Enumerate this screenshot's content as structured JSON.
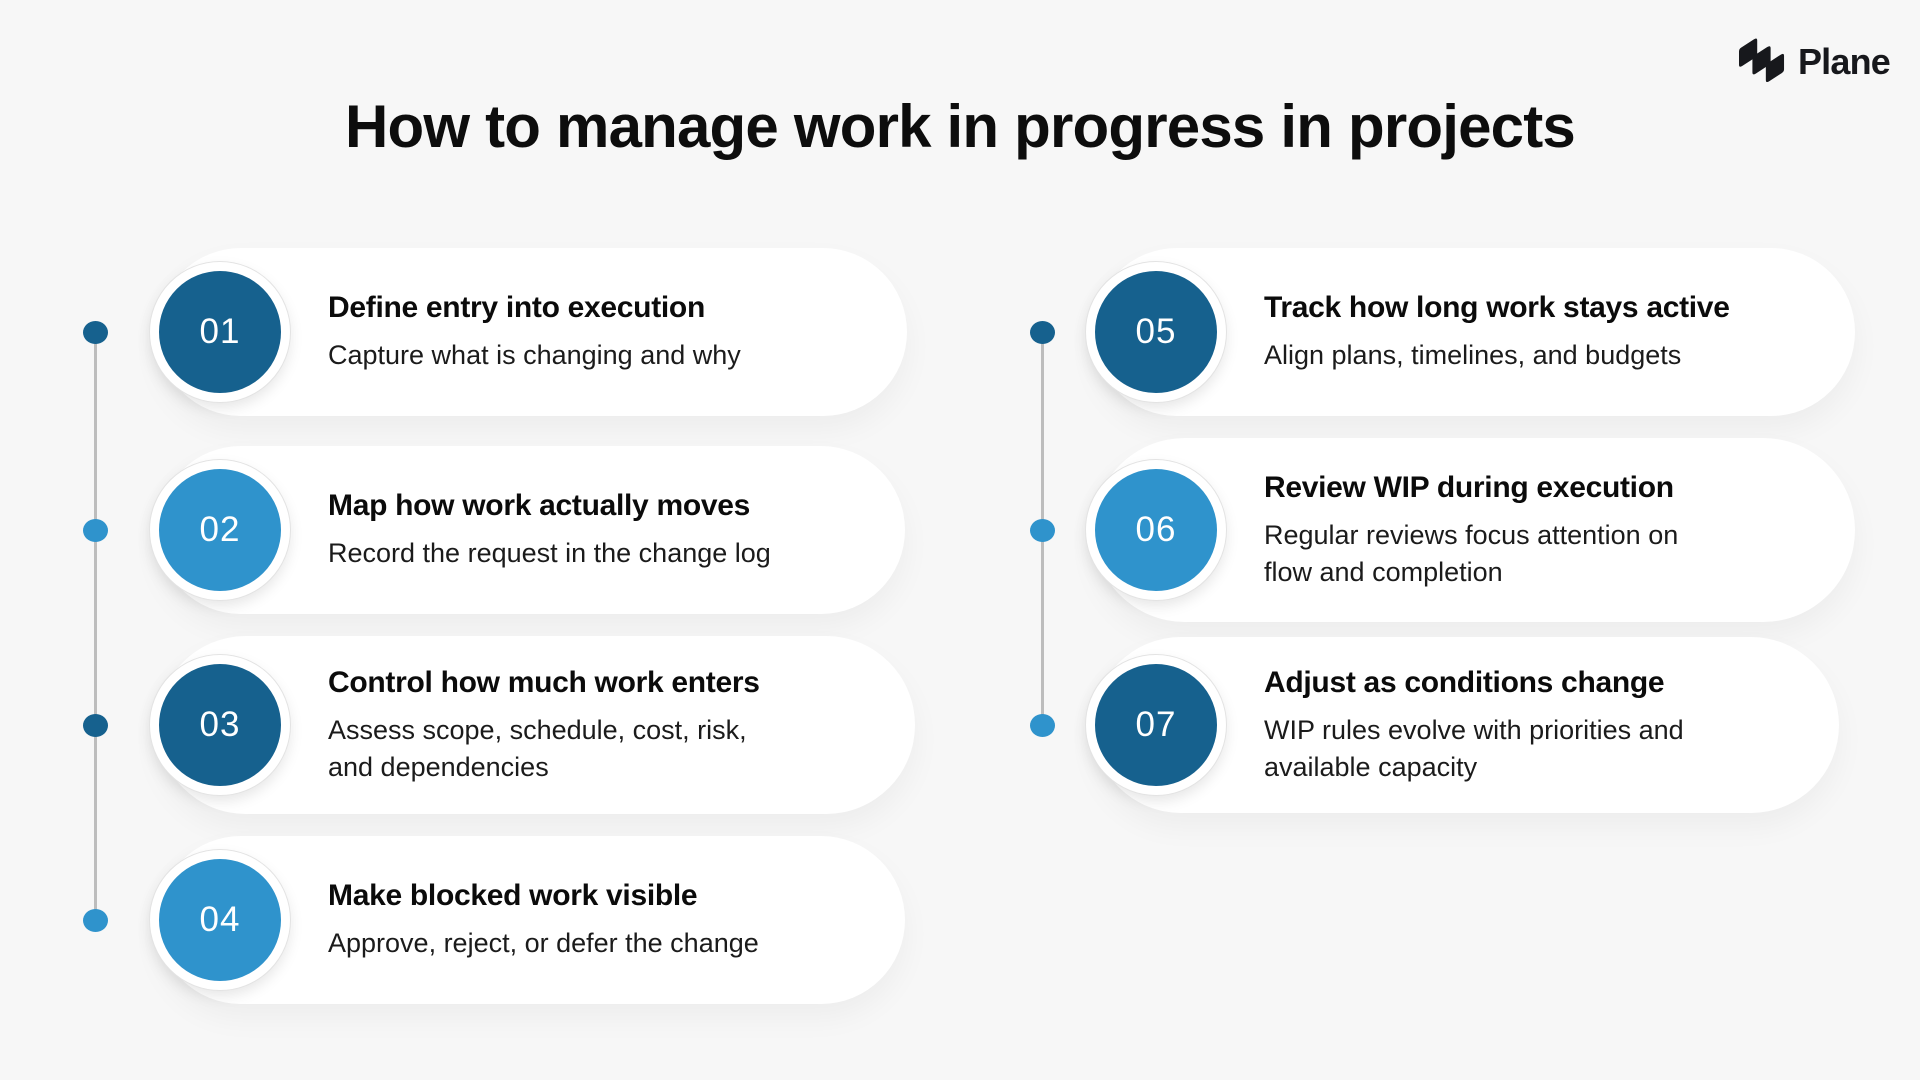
{
  "brand": {
    "name": "Plane",
    "logo_icon": "plane-logomark"
  },
  "title": "How to manage work in progress in projects",
  "colors": {
    "dark_blue": "#16618E",
    "light_blue": "#2F93CC",
    "background": "#F7F7F7",
    "card": "#FFFFFF",
    "rail_gray": "#BDBDBD",
    "text": "#0D0D0D"
  },
  "columns": [
    {
      "items": [
        {
          "number": "01",
          "tone": "dark",
          "title": "Define entry into execution",
          "subtitle": "Capture what is changing and why"
        },
        {
          "number": "02",
          "tone": "light",
          "title": "Map how work actually moves",
          "subtitle": "Record the request in the change log"
        },
        {
          "number": "03",
          "tone": "dark",
          "title": "Control how much work enters",
          "subtitle": "Assess scope, schedule, cost, risk,\nand dependencies"
        },
        {
          "number": "04",
          "tone": "light",
          "title": "Make blocked work visible",
          "subtitle": "Approve, reject, or defer the change"
        }
      ]
    },
    {
      "items": [
        {
          "number": "05",
          "tone": "dark",
          "title": "Track how long work stays active",
          "subtitle": "Align plans, timelines, and budgets"
        },
        {
          "number": "06",
          "tone": "light",
          "title": "Review WIP during execution",
          "subtitle": "Regular reviews focus attention on\nflow and completion"
        },
        {
          "number": "07",
          "tone": "dark",
          "title": "Adjust as conditions change",
          "subtitle": "WIP rules evolve with priorities and\navailable capacity"
        }
      ]
    }
  ]
}
